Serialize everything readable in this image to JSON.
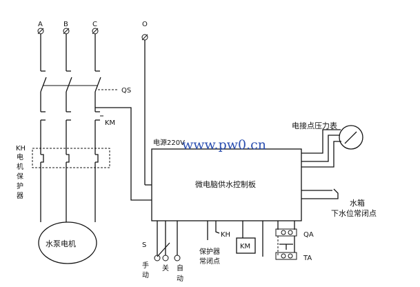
{
  "terminals": {
    "a": "A",
    "b": "B",
    "c": "C",
    "o": "O"
  },
  "labels": {
    "qs": "QS",
    "km_contact": "KM",
    "kh_protector": [
      "KH",
      "电",
      "机",
      "保",
      "护",
      "器"
    ],
    "motor": "水泵电机",
    "power": "电源220V",
    "controller": "微电脑供水控制板",
    "pressure_gauge": "电接点压力表",
    "tank_line1": "水箱",
    "tank_line2": "下水位常闭点",
    "s": "S",
    "manual": [
      "手",
      "动"
    ],
    "off": "关",
    "auto": [
      "自",
      "动"
    ],
    "kh_small": "KH",
    "protector_nc_line1": "保护器",
    "protector_nc_line2": "常闭点",
    "km_box": "KM",
    "qa": "QA",
    "ta": "TA"
  },
  "watermark": "www.pw0.cn",
  "icons": {
    "gauge": "pressure-gauge-icon",
    "terminal": "terminal-icon",
    "motor": "motor-icon"
  }
}
